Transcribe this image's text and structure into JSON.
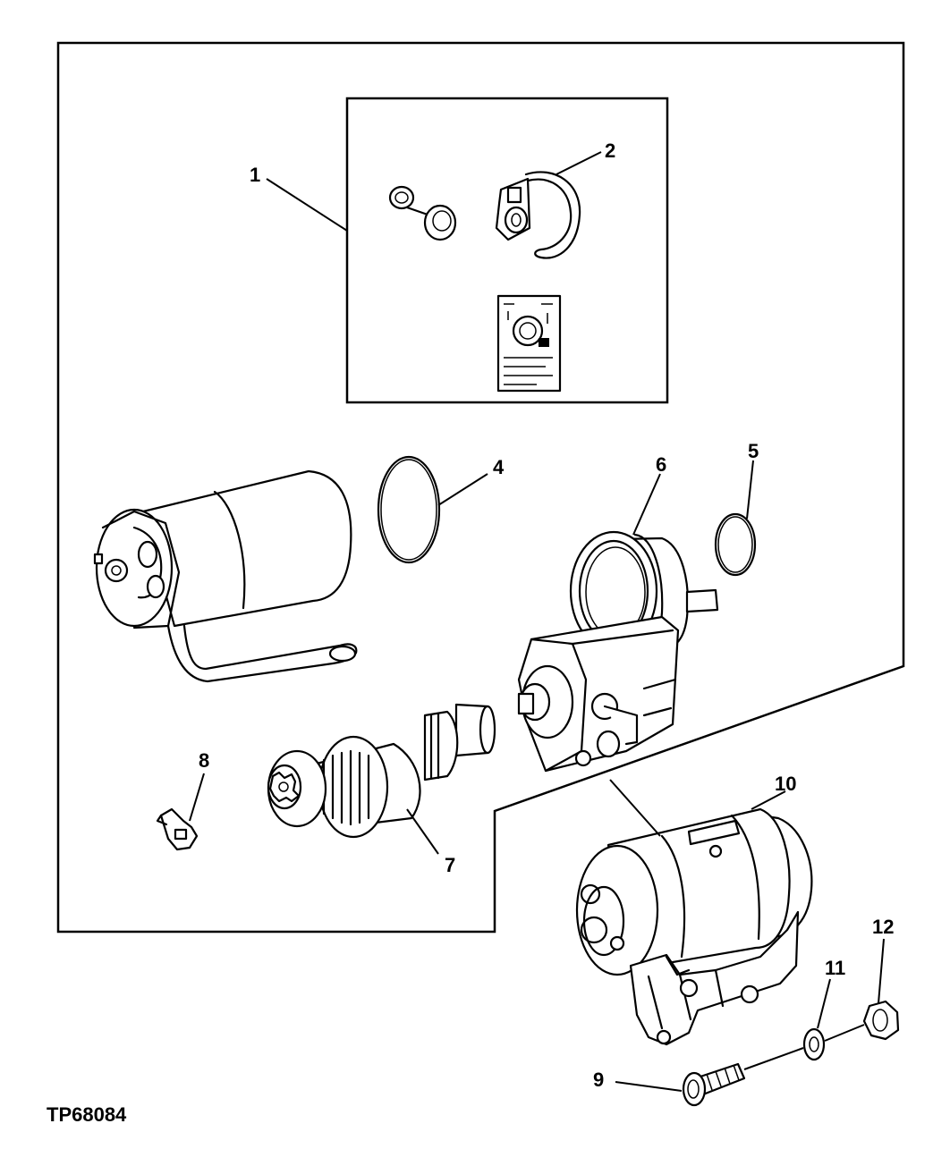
{
  "figure_id": "TP68084",
  "callouts": {
    "c1": "1",
    "c2": "2",
    "c4": "4",
    "c5": "5",
    "c6": "6",
    "c7": "7",
    "c8": "8",
    "c9": "9",
    "c10": "10",
    "c11": "11",
    "c12": "12"
  },
  "parts": [
    {
      "callout": "1",
      "icon": "repair-kit-box"
    },
    {
      "callout": "2",
      "icon": "retaining-ring-with-terminal"
    },
    {
      "callout": "4",
      "icon": "o-ring-large"
    },
    {
      "callout": "5",
      "icon": "o-ring-small"
    },
    {
      "callout": "6",
      "icon": "drive-housing-with-solenoid"
    },
    {
      "callout": "7",
      "icon": "starter-drive-pinion"
    },
    {
      "callout": "8",
      "icon": "terminal-clip"
    },
    {
      "callout": "9",
      "icon": "cap-screw"
    },
    {
      "callout": "10",
      "icon": "starting-motor-assembly"
    },
    {
      "callout": "11",
      "icon": "lock-washer"
    },
    {
      "callout": "12",
      "icon": "hex-nut"
    }
  ]
}
